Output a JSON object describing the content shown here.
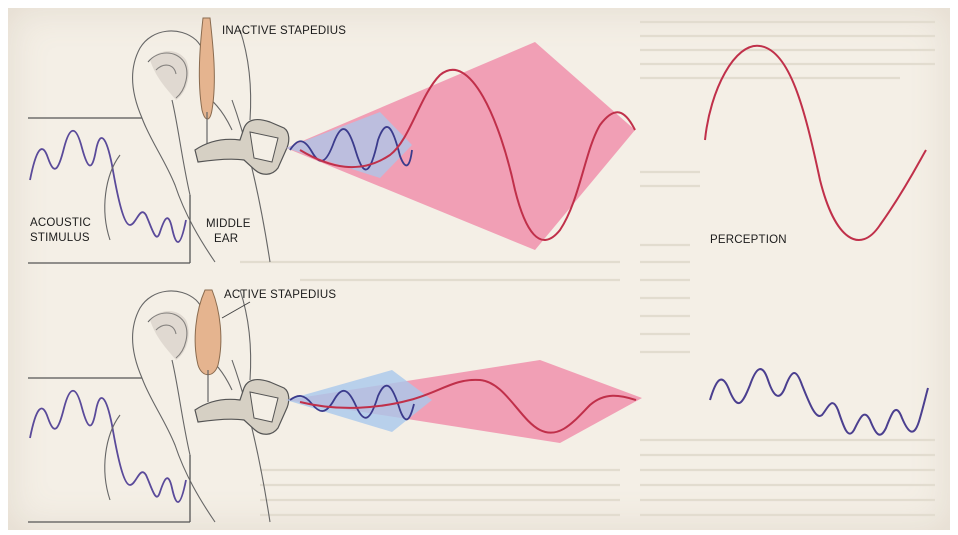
{
  "labels": {
    "inactive_stapedius": "INACTIVE STAPEDIUS",
    "active_stapedius": "ACTIVE STAPEDIUS",
    "acoustic_line1": "ACOUSTIC",
    "acoustic_line2": "STIMULUS",
    "middle_line1": "MIDDLE",
    "middle_line2": "EAR",
    "perception": "PERCEPTION"
  },
  "colors": {
    "paper": "#f4efe6",
    "ink": "#555555",
    "stimulus_wave": "#5a4a9a",
    "low_freq_wave": "#c0304a",
    "high_freq_wave": "#3b3b8c",
    "cone_pink": "#ee5d8c",
    "cone_blue": "#a9c8ec",
    "muscle": "#e5b48f"
  },
  "icons": [
    "ear-illustration",
    "stapes-bone",
    "stapedius-muscle"
  ]
}
